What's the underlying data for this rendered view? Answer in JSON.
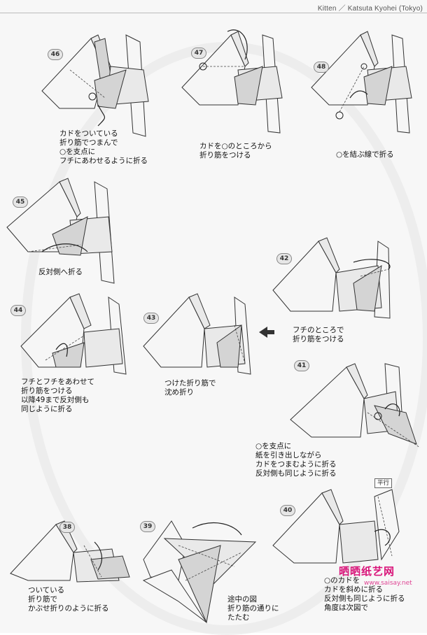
{
  "header": {
    "title": "Kitten ／ Katsuta Kyohei (Tokyo)"
  },
  "steps": [
    {
      "num": "46",
      "lines": [
        "カドをついている",
        "折り筋でつまんで",
        "○を支点に",
        "フチにあわせるように折る"
      ]
    },
    {
      "num": "47",
      "lines": [
        "カドを○のところから",
        "折り筋をつける"
      ]
    },
    {
      "num": "48",
      "lines": [
        "○を結ぶ線で折る"
      ]
    },
    {
      "num": "45",
      "lines": [
        "反対側へ折る"
      ]
    },
    {
      "num": "42",
      "lines": [
        "フチのところで",
        "折り筋をつける"
      ]
    },
    {
      "num": "44",
      "lines": [
        "フチとフチをあわせて",
        "折り筋をつける",
        "以降49まで反対側も",
        "同じように折る"
      ]
    },
    {
      "num": "43",
      "lines": [
        "つけた折り筋で",
        "沈め折り"
      ]
    },
    {
      "num": "41",
      "lines": [
        "○を支点に",
        "紙を引き出しながら",
        "カドをつまむように折る",
        "反対側も同じように折る"
      ]
    },
    {
      "num": "40",
      "lines": [
        "○のカドを",
        "カドを斜めに折る",
        "反対側も同じように折る",
        "角度は次図で"
      ]
    },
    {
      "num": "38",
      "lines": [
        "ついている",
        "折り筋で",
        "かぶせ折りのように折る"
      ]
    },
    {
      "num": "39",
      "lines": [
        "途中の図",
        "折り筋の通りに",
        "たたむ"
      ]
    }
  ],
  "tag_parallel": "平行",
  "watermark": {
    "brand": "晒晒纸艺网",
    "url": "www.saisay.net"
  }
}
